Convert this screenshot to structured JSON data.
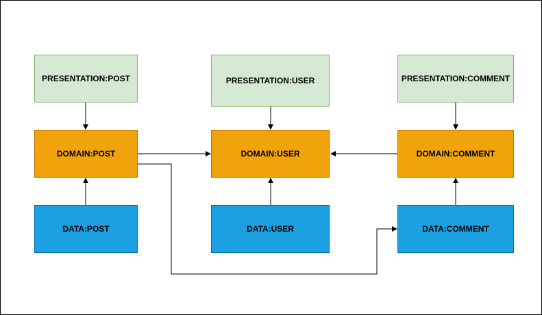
{
  "diagram": {
    "colors": {
      "presentation_fill": "#d5e8d4",
      "presentation_stroke": "#82b366",
      "domain_fill": "#f0a30a",
      "domain_stroke": "#bd7000",
      "data_fill": "#1ba1e2",
      "data_stroke": "#006eaf",
      "edge": "#000000"
    },
    "nodes": {
      "presentation_post": "PRESENTATION:POST",
      "presentation_user": "PRESENTATION:USER",
      "presentation_comment": "PRESENTATION:COMMENT",
      "domain_post": "DOMAIN:POST",
      "domain_user": "DOMAIN:USER",
      "domain_comment": "DOMAIN:COMMENT",
      "data_post": "DATA:POST",
      "data_user": "DATA:USER",
      "data_comment": "DATA:COMMENT"
    },
    "edges": [
      {
        "from": "presentation_post",
        "to": "domain_post"
      },
      {
        "from": "data_post",
        "to": "domain_post"
      },
      {
        "from": "domain_post",
        "to": "domain_user"
      },
      {
        "from": "domain_post",
        "to": "data_comment"
      },
      {
        "from": "presentation_user",
        "to": "domain_user"
      },
      {
        "from": "data_user",
        "to": "domain_user"
      },
      {
        "from": "presentation_comment",
        "to": "domain_comment"
      },
      {
        "from": "data_comment",
        "to": "domain_comment"
      },
      {
        "from": "domain_comment",
        "to": "domain_user"
      }
    ]
  }
}
